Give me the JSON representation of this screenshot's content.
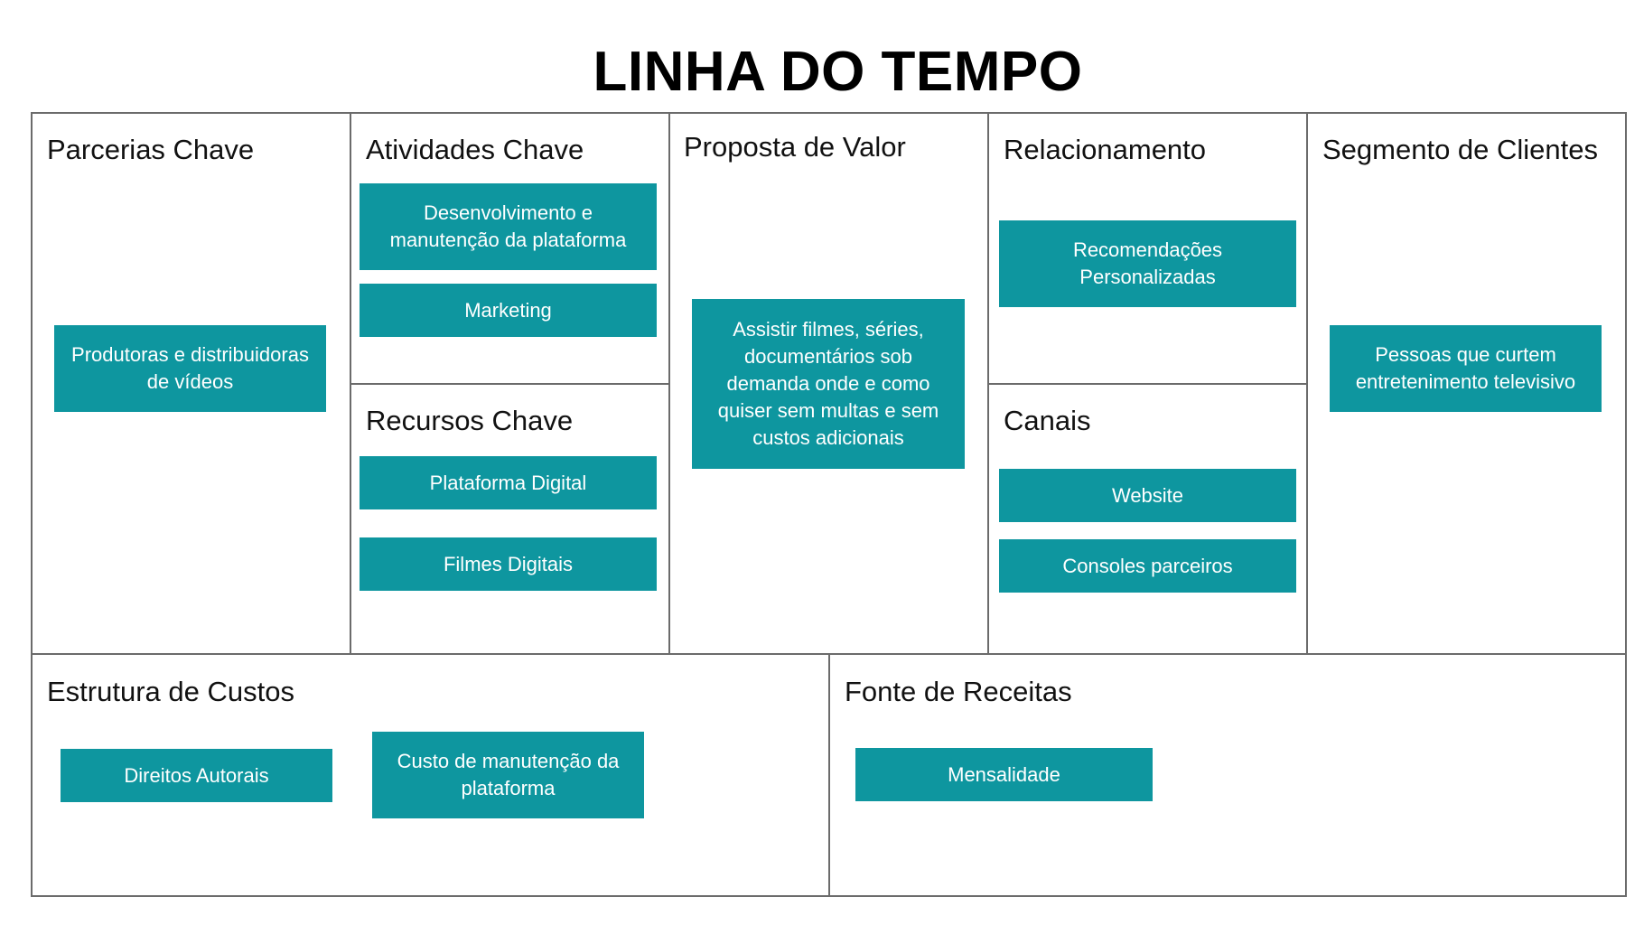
{
  "title": "LINHA DO TEMPO",
  "accent_color": "#0e969f",
  "sections": {
    "parcerias": {
      "heading": "Parcerias Chave",
      "items": [
        "Produtoras e distribuidoras de vídeos"
      ]
    },
    "atividades": {
      "heading": "Atividades Chave",
      "items": [
        "Desenvolvimento e manutenção da plataforma",
        "Marketing"
      ]
    },
    "recursos": {
      "heading": "Recursos Chave",
      "items": [
        "Plataforma Digital",
        "Filmes Digitais"
      ]
    },
    "proposta": {
      "heading": "Proposta de Valor",
      "items": [
        "Assistir filmes, séries, documentários sob demanda onde e como quiser sem multas e sem custos adicionais"
      ]
    },
    "relacionamento": {
      "heading": "Relacionamento",
      "items": [
        "Recomendações Personalizadas"
      ]
    },
    "canais": {
      "heading": "Canais",
      "items": [
        "Website",
        "Consoles parceiros"
      ]
    },
    "segmento": {
      "heading": "Segmento de Clientes",
      "items": [
        "Pessoas que curtem entretenimento televisivo"
      ]
    },
    "custos": {
      "heading": "Estrutura de Custos",
      "items": [
        "Direitos Autorais",
        "Custo de manutenção da plataforma"
      ]
    },
    "receitas": {
      "heading": "Fonte de Receitas",
      "items": [
        "Mensalidade"
      ]
    }
  }
}
